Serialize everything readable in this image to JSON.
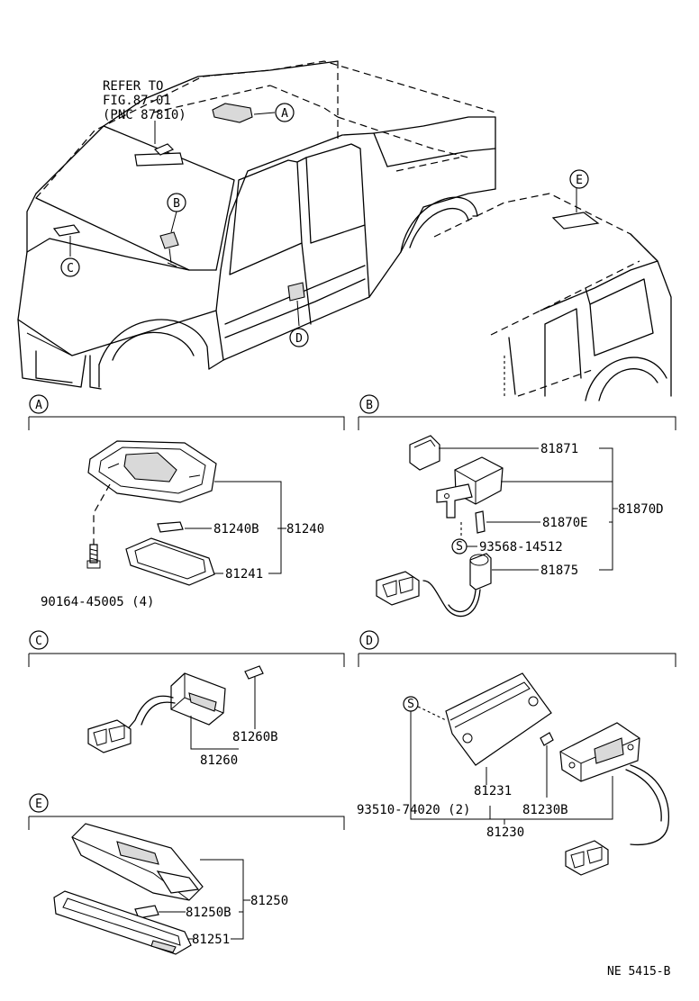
{
  "reference_note": {
    "line1": "REFER TO",
    "line2": "FIG.87-01",
    "line3": "(PNC 87810)"
  },
  "locators": [
    "A",
    "B",
    "C",
    "D",
    "E"
  ],
  "sections": {
    "A": {
      "label": "A",
      "parts": {
        "p81240B": "81240B",
        "p81240": "81240",
        "p81241": "81241",
        "p90164": "90164-45005 (4)"
      }
    },
    "B": {
      "label": "B",
      "parts": {
        "p81871": "81871",
        "p81870D": "81870D",
        "p81870E": "81870E",
        "s_mark": "S",
        "p93568": "93568-14512",
        "p81875": "81875"
      }
    },
    "C": {
      "label": "C",
      "parts": {
        "p81260B": "81260B",
        "p81260": "81260"
      }
    },
    "D": {
      "label": "D",
      "parts": {
        "s_mark": "S",
        "p81231": "81231",
        "p93510": "93510-74020 (2)",
        "p81230B": "81230B",
        "p81230": "81230"
      }
    },
    "E": {
      "label": "E",
      "parts": {
        "p81250": "81250",
        "p81250B": "81250B",
        "p81251": "81251"
      }
    }
  },
  "figure_code": "NE 5415-B"
}
